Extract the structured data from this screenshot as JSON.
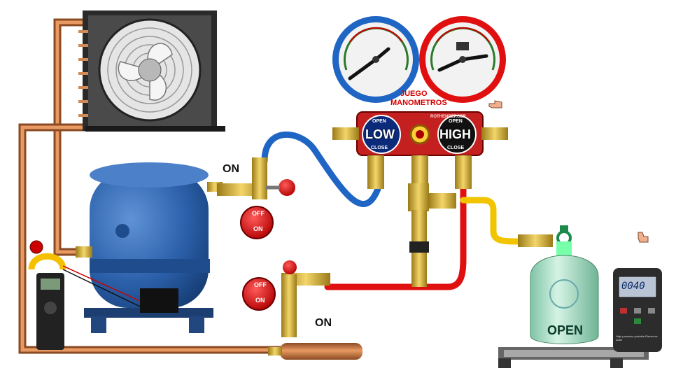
{
  "labels": {
    "valve_top_state": "ON",
    "valve_bottom_state": "ON",
    "manifold_title_line1": "JUEGO",
    "manifold_title_line2": "MANOMETROS",
    "low_side": "LOW",
    "high_side": "HIGH",
    "open": "OPEN",
    "close": "CLOSE",
    "knob_off": "OFF",
    "knob_on": "ON",
    "brand": "ROTHENBERGER",
    "cylinder_state": "OPEN",
    "scale_reading": "0040",
    "scale_note": "High precision portable Electronic scale"
  },
  "colors": {
    "copper": "#c8733f",
    "blue_hose": "#1f66c4",
    "red_hose": "#e01010",
    "yellow_hose": "#f2c400",
    "compressor": "#2a5fa8",
    "manifold": "#c42020",
    "cylinder": "#a9e0c6",
    "brass": "#d9b43a"
  },
  "icons": [
    "fan-icon",
    "clamp-meter-icon",
    "hand-pointer-icon"
  ]
}
